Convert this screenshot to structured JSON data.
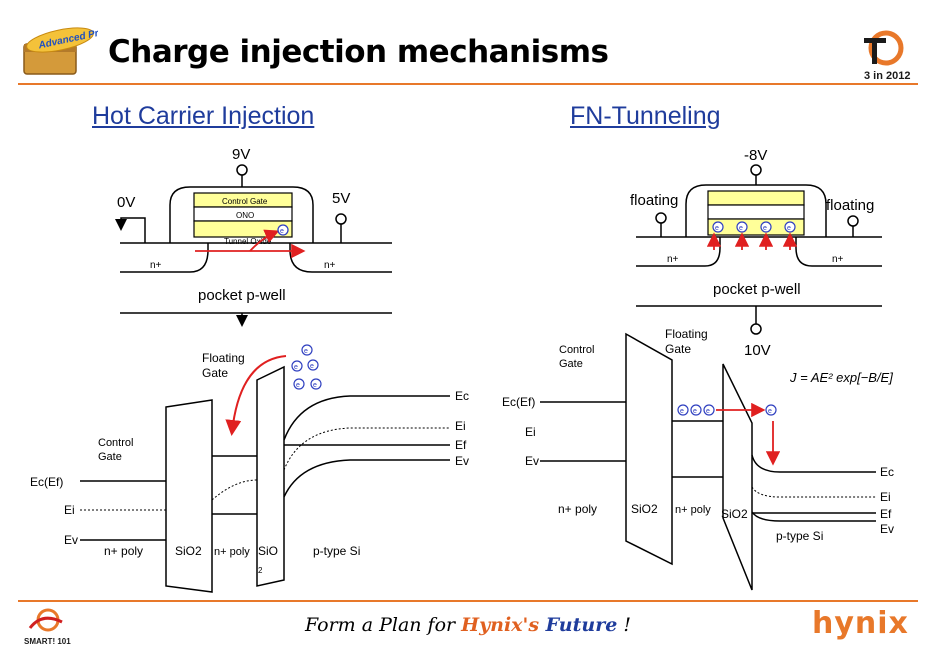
{
  "slide": {
    "title": "Charge injection mechanisms",
    "badge_top": "Advanced Process",
    "badge_right": "3 in 2012",
    "footer_badge": "SMART! 101"
  },
  "hci": {
    "heading": "Hot Carrier Injection",
    "gate_v": "9V",
    "source_v": "0V",
    "drain_v": "5V",
    "control_gate": "Control Gate",
    "ono": "ONO",
    "tunnel_oxide": "Tunnel Oxide",
    "n_left": "n+",
    "n_right": "n+",
    "well": "pocket p-well",
    "band": {
      "floating_gate_1": "Floating",
      "floating_gate_2": "Gate",
      "control_gate_1": "Control",
      "control_gate_2": "Gate",
      "ec_ef": "Ec(Ef)",
      "ei_left": "Ei",
      "ev_left": "Ev",
      "ec_right": "Ec",
      "ei_right": "Ei",
      "ef_right": "Ef",
      "ev_right": "Ev",
      "n_poly": "n+  poly",
      "sio2": "SiO2",
      "n_poly_mid": "n+ poly",
      "sio2_right": "SiO",
      "sio2_right_sub": "2",
      "ptype": "p-type Si",
      "electron": "e"
    }
  },
  "fn": {
    "heading": "FN-Tunneling",
    "gate_v": "-8V",
    "floating_left": "floating",
    "floating_right": "floating",
    "n_left": "n+",
    "n_right": "n+",
    "well": "pocket p-well",
    "substrate_v": "10V",
    "band": {
      "control_gate_1": "Control",
      "control_gate_2": "Gate",
      "floating_gate_1": "Floating",
      "floating_gate_2": "Gate",
      "equation": "J = AE² exp[−B/E]",
      "ec_ef": "Ec(Ef)",
      "ei_left": "Ei",
      "ev_left": "Ev",
      "ec_right": "Ec",
      "ei_right": "Ei",
      "ef_right": "Ef",
      "ev_right": "Ev",
      "n_poly": "n+  poly",
      "sio2": "SiO2",
      "n_poly_mid": "n+ poly",
      "sio2_right": "SiO2",
      "ptype": "p-type Si",
      "electron": "e"
    }
  },
  "footer": {
    "pre": "Form a Plan for ",
    "hynix": "Hynix's",
    "future": " Future",
    "post": " !",
    "brand": "hynix"
  },
  "colors": {
    "accent": "#e8782a",
    "heading_blue": "#1f3c9c",
    "gate_yellow": "#ffff99",
    "arrow_red": "#e02020",
    "electron_blue": "#3040c0"
  }
}
